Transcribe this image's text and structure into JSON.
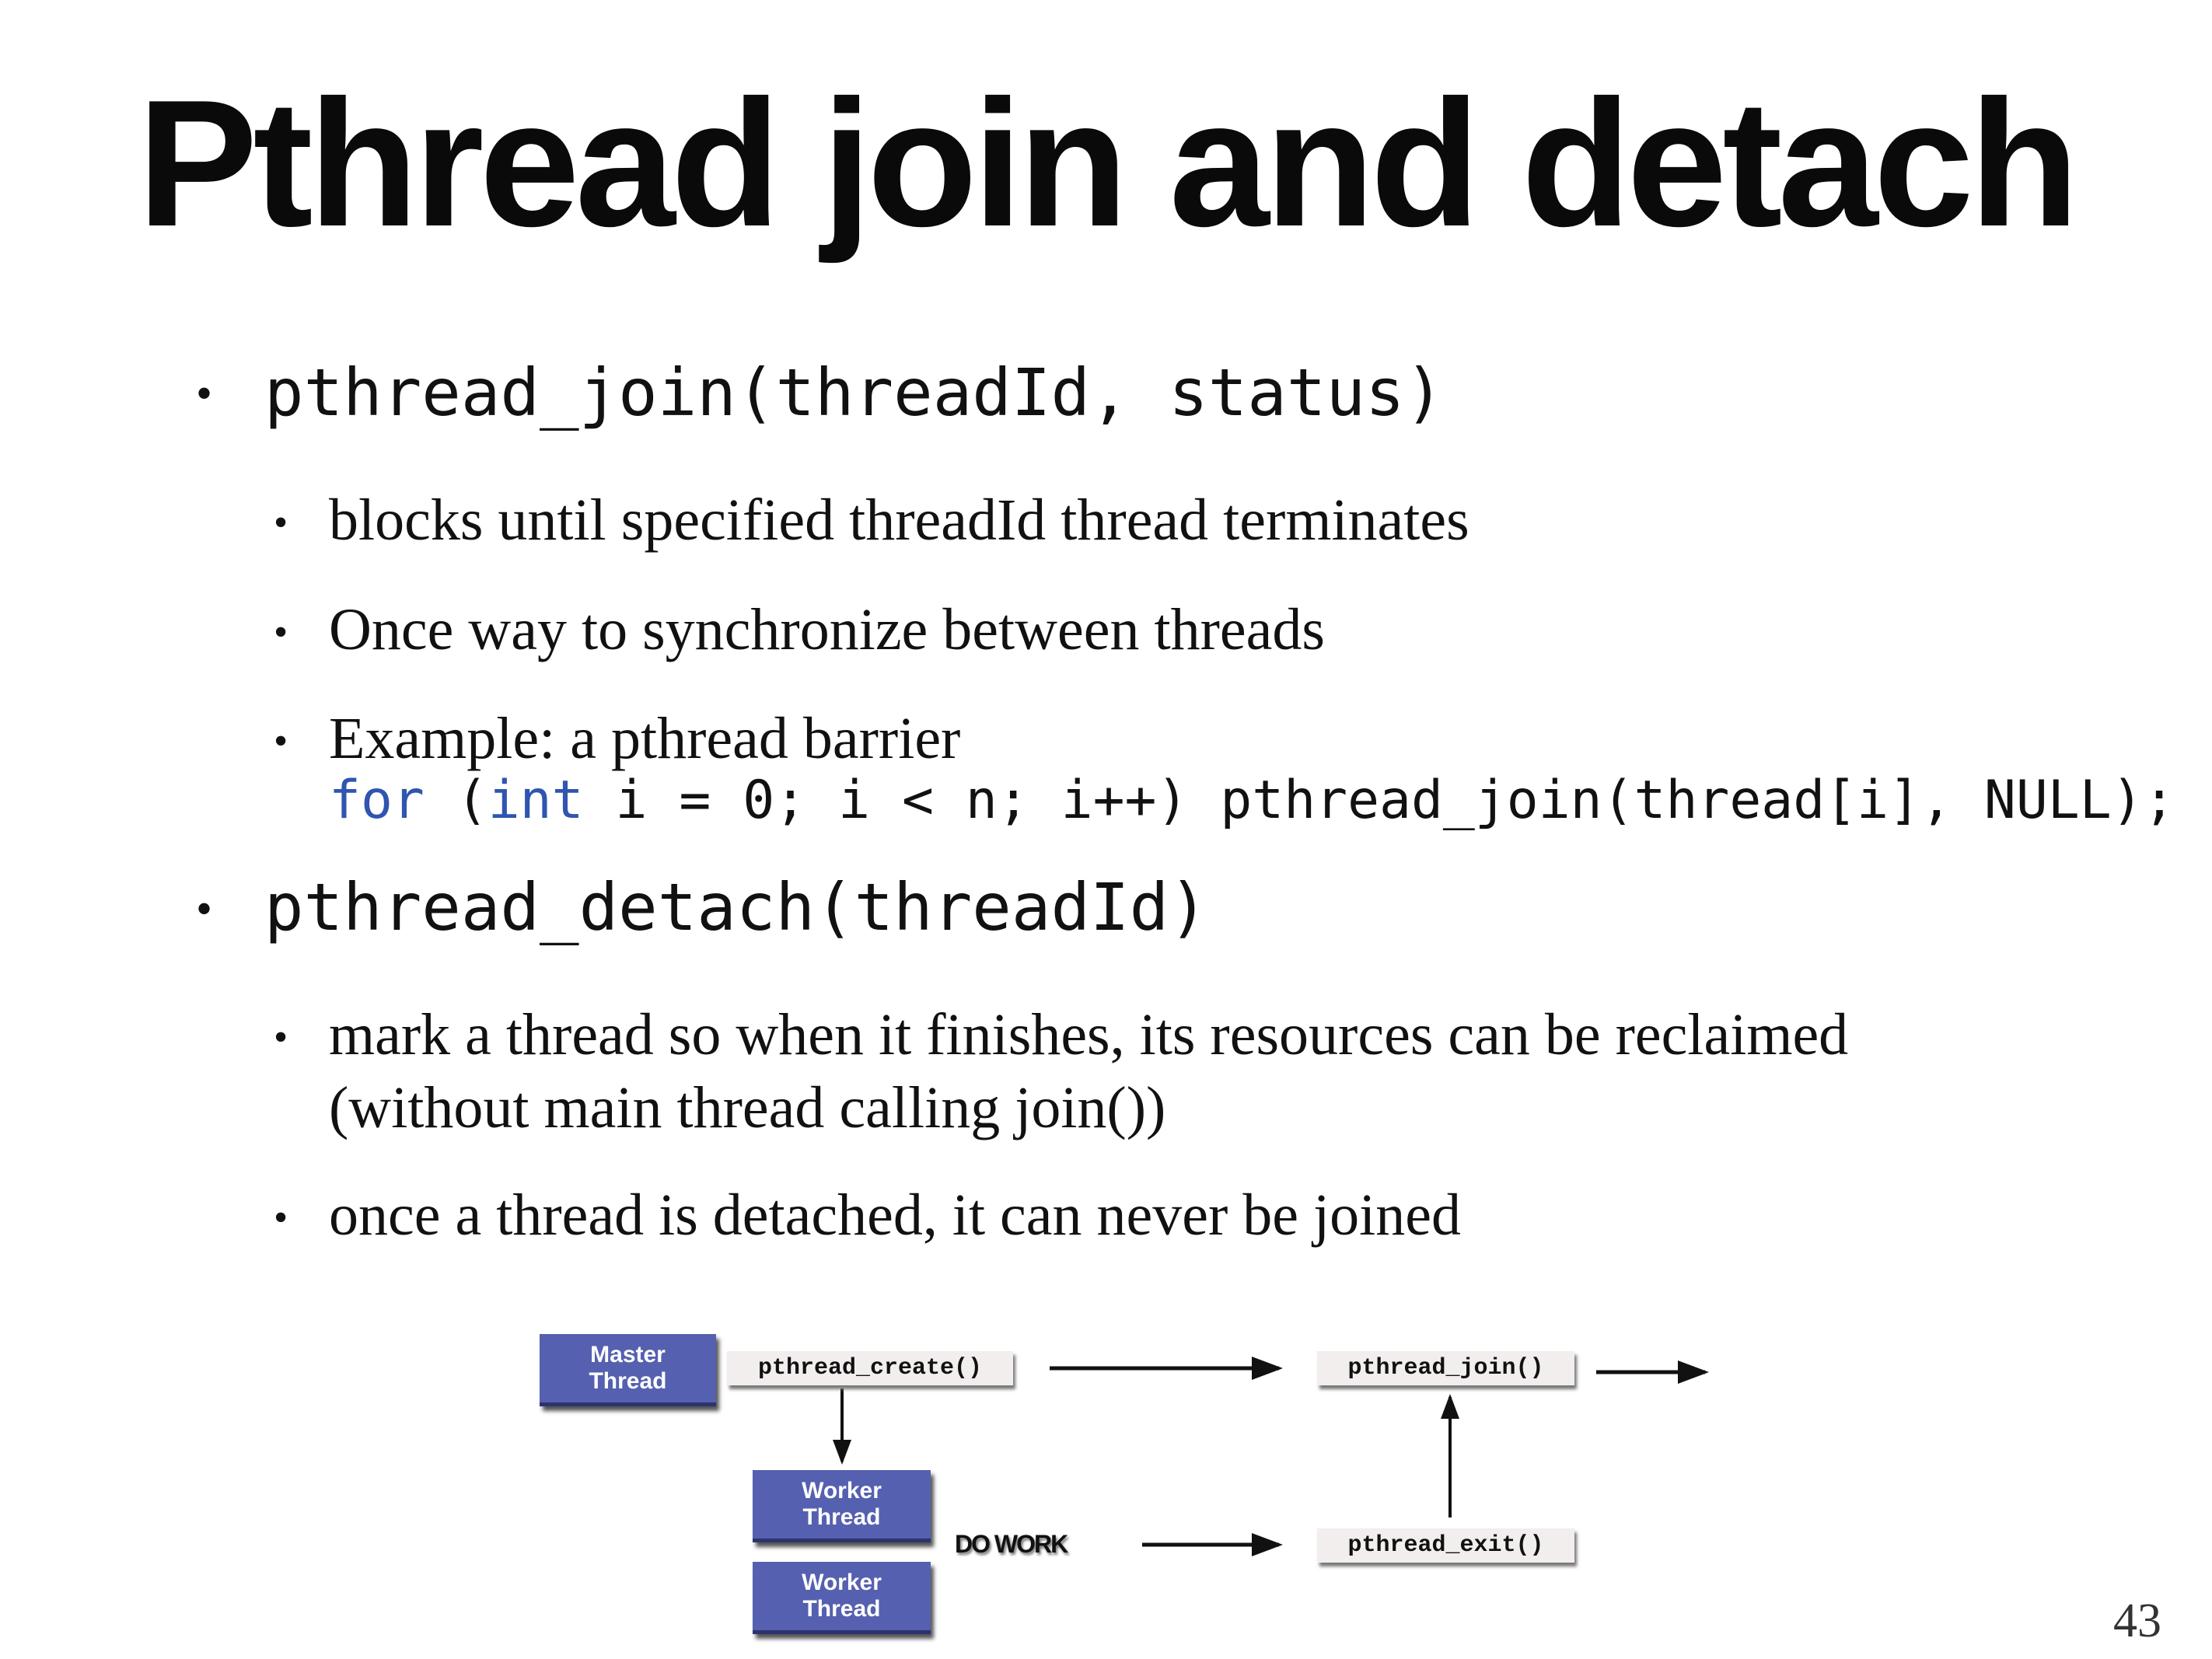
{
  "title": "Pthread join and detach",
  "bullets": [
    {
      "text": "pthread_join(threadId, status)",
      "subs": [
        "blocks until specified threadId thread terminates",
        "Once way to synchronize between threads",
        "Example: a pthread barrier"
      ],
      "code": {
        "kw1": "for",
        "p1": " (",
        "kw2": "int",
        "p2": " i = 0; i < n; i++) pthread_join(thread[i], NULL);"
      }
    },
    {
      "text": "pthread_detach(threadId)",
      "subs": [
        "mark a thread so when it finishes, its resources can be reclaimed",
        "(without main thread calling join())",
        "once a thread is detached, it can never be joined"
      ]
    }
  ],
  "diagram": {
    "master": [
      "Master",
      "Thread"
    ],
    "worker1": [
      "Worker",
      "Thread"
    ],
    "worker2": [
      "Worker",
      "Thread"
    ],
    "create": "pthread_create()",
    "join": "pthread_join()",
    "exit": "pthread_exit()",
    "dowork": "DO WORK"
  },
  "bullet_glyph": "•",
  "page_number": "43",
  "colors": {
    "box": "#5560b0",
    "keyword": "#2f55b0"
  }
}
